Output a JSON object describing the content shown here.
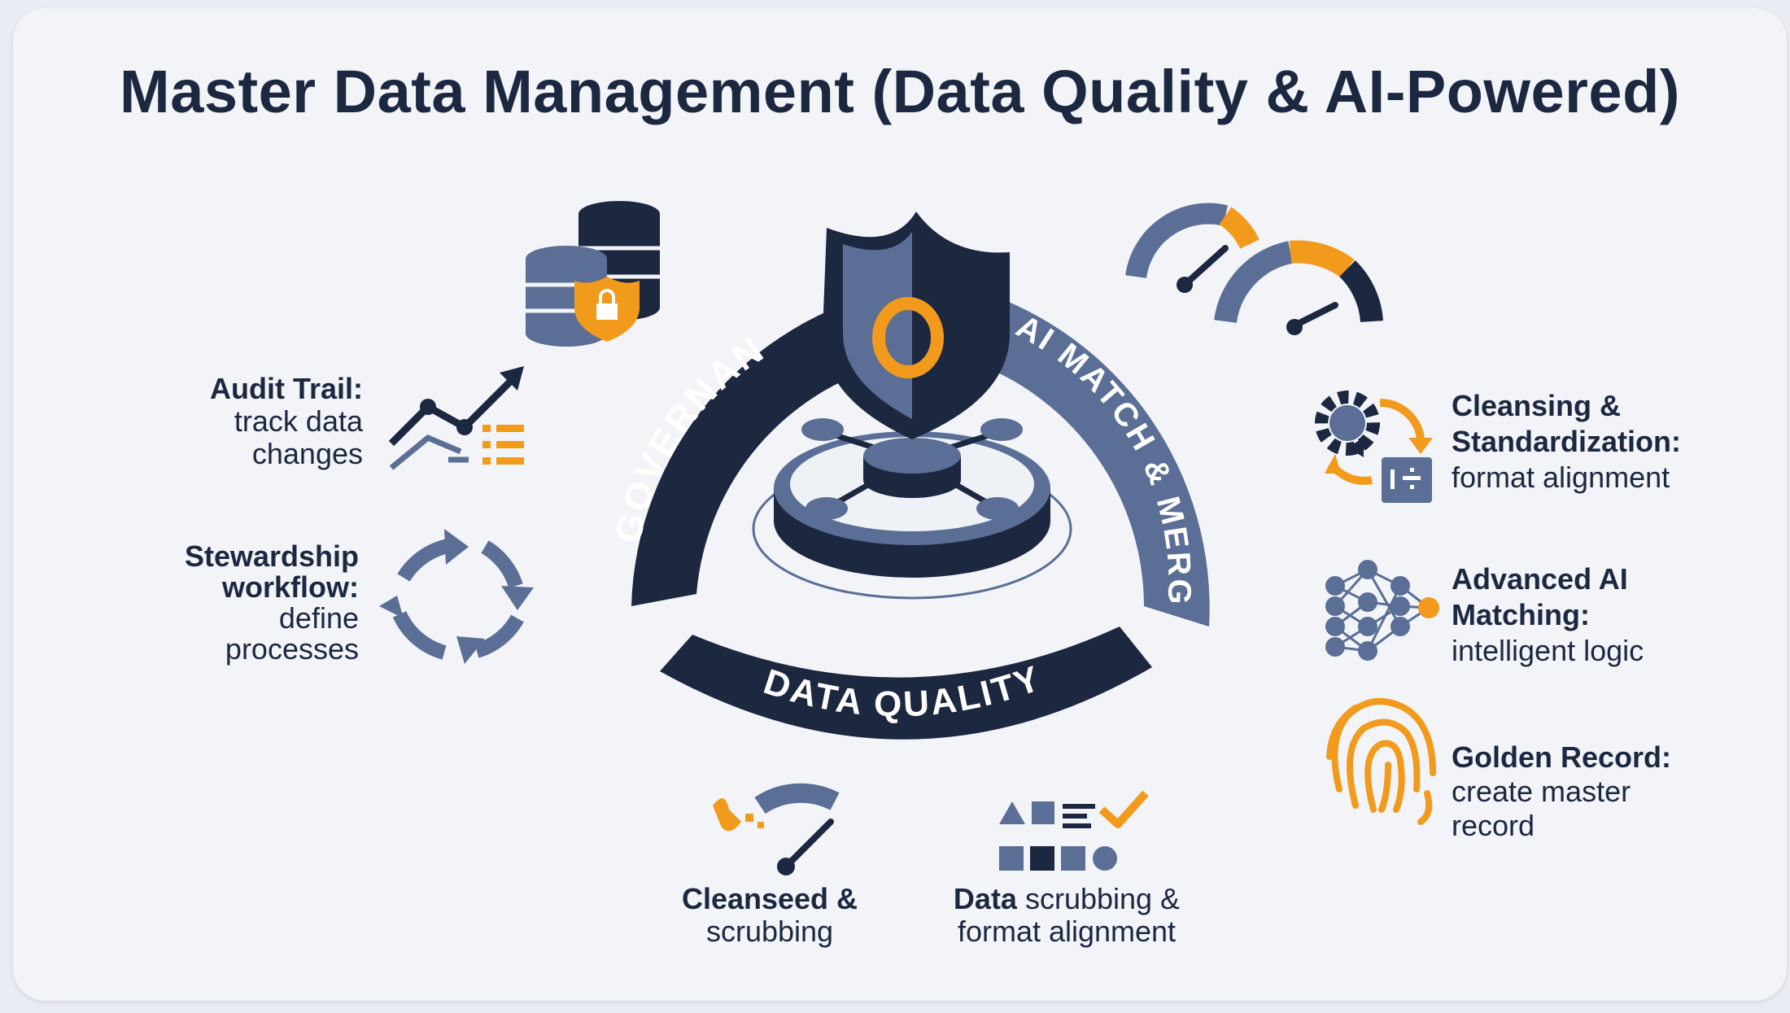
{
  "title": "Master Data Management (Data Quality & AI-Powered)",
  "ring": {
    "governance": "GOVERNANCE",
    "ai_match": "AI MATCH & MERGE",
    "data_quality": "DATA QUALITY"
  },
  "left": {
    "audit_title": "Audit Trail:",
    "audit_l1": "track data",
    "audit_l2": "changes",
    "steward_l1": "Stewardship",
    "steward_l2": "workflow:",
    "steward_l3": "define",
    "steward_l4": "processes"
  },
  "right": {
    "cleansing_l1": "Cleansing &",
    "cleansing_l2": "Standardization:",
    "cleansing_l3": "format alignment",
    "ai_l1": "Advanced AI",
    "ai_l2": "Matching:",
    "ai_l3": "intelligent logic",
    "golden_l1": "Golden Record:",
    "golden_l2": "create master",
    "golden_l3": "record"
  },
  "bottom": {
    "cleansed_l1": "Cleanseed &",
    "cleansed_l2": "scrubbing",
    "scrub_bold": "Data",
    "scrub_rest": " scrubbing &",
    "scrub_l2": "format alignment"
  },
  "colors": {
    "navy": "#1c2740",
    "slate": "#5a6e96",
    "orange": "#f29a1c",
    "background": "#f2f4f8"
  },
  "icons": [
    "database-lock-icon",
    "shield-icon",
    "network-hub-icon",
    "gauges-icon",
    "trend-chart-icon",
    "list-icon",
    "refresh-cycle-icon",
    "gear-cycle-icon",
    "calculator-icon",
    "neural-network-icon",
    "fingerprint-icon",
    "speed-gauge-icon",
    "shapes-checklist-icon"
  ]
}
